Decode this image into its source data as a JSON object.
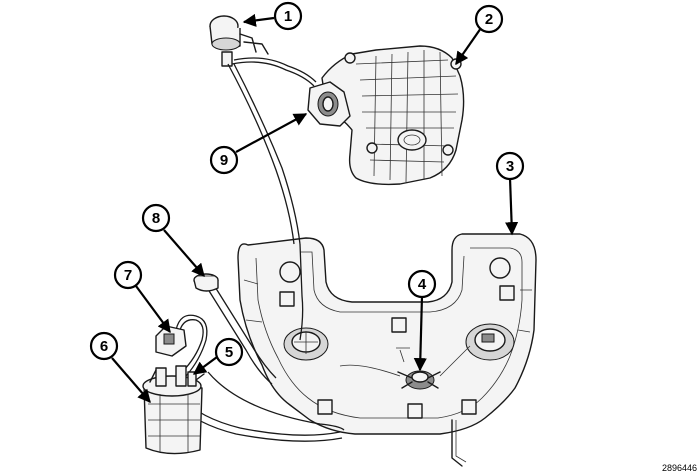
{
  "diagram": {
    "callouts": [
      {
        "label": "1"
      },
      {
        "label": "2"
      },
      {
        "label": "3"
      },
      {
        "label": "4"
      },
      {
        "label": "5"
      },
      {
        "label": "6"
      },
      {
        "label": "7"
      },
      {
        "label": "8"
      },
      {
        "label": "9"
      }
    ],
    "figure_id": "2896446"
  },
  "colors": {
    "line": "#1a1a1a",
    "background": "#ffffff"
  }
}
